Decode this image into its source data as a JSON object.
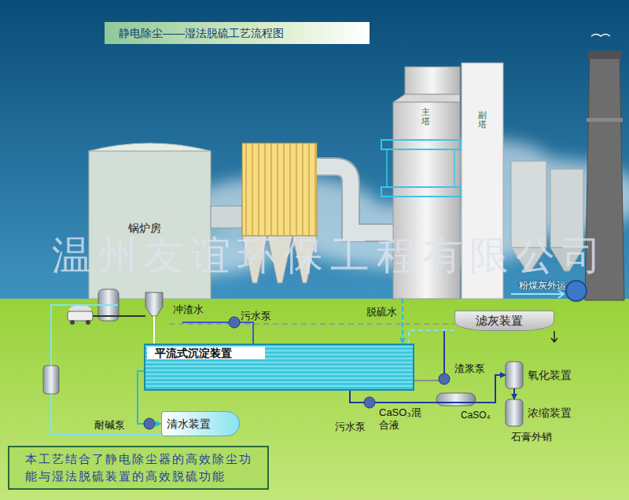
{
  "diagram": {
    "title": "静电除尘——湿法脱硫工艺流程图",
    "caption": "本工艺结合了静电除尘器的高效除尘功能与湿法脱硫装置的高效脱硫功能",
    "nodes": [
      {
        "text": [
          "锅炉房"
        ]
      },
      {
        "text": [
          "主塔"
        ]
      },
      {
        "text": [
          "副塔"
        ]
      },
      {
        "text": [
          "滤灰装置"
        ]
      },
      {
        "text": [
          "平流式沉淀装置"
        ]
      },
      {
        "text": [
          "氧化装置"
        ]
      },
      {
        "text": [
          "浓缩装置"
        ]
      },
      {
        "text": [
          "清水装置"
        ]
      }
    ],
    "edges": [
      {
        "from": 1,
        "to": 4,
        "arrow": "to",
        "label": "脱硫水"
      },
      {
        "from": 4,
        "to": 5,
        "arrow": "to"
      },
      {
        "from": 5,
        "to": 6,
        "arrow": "to"
      },
      {
        "from": 4,
        "to": 7,
        "arrow": "to"
      }
    ],
    "labels": [
      "粉煤灰外运",
      "冲渣水",
      "污水泵",
      "渣浆泵",
      "CaSO₃混合液",
      "CaSO₄",
      "污水泵",
      "耐碱泵",
      "石膏外销",
      "温州友谊环保工程有限公司"
    ]
  }
}
